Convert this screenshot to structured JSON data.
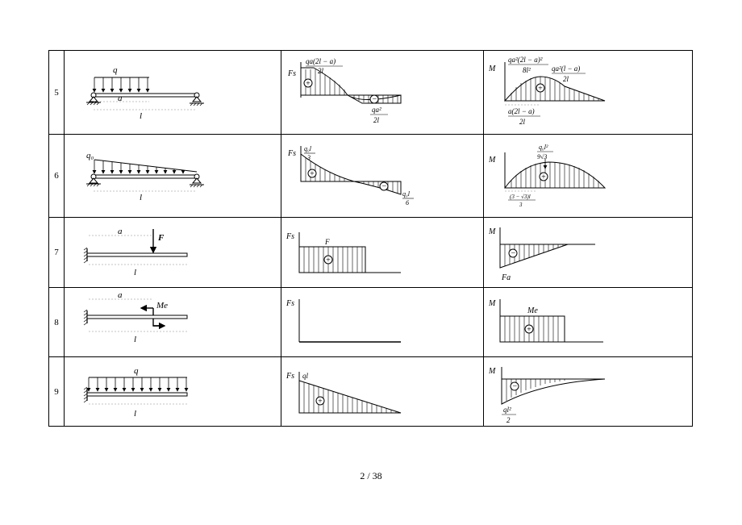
{
  "rows": [
    {
      "no": "5",
      "load": {
        "q": "q",
        "a": "a",
        "l": "l"
      },
      "shear": {
        "axis": "Fs",
        "pos_top": "qa(2l − a)",
        "pos_bottom": "2l",
        "neg_top": "qa²",
        "neg_bottom": "2l"
      },
      "moment": {
        "axis": "M",
        "max_top": "qa²(2l − a)²",
        "max_bottom": "8l²",
        "right_top": "qa²(l − a)",
        "right_bottom": "2l",
        "x_top": "a(2l − a)",
        "x_bottom": "2l"
      }
    },
    {
      "no": "6",
      "load": {
        "q": "q₀",
        "l": "l"
      },
      "shear": {
        "axis": "Fs",
        "pos_top": "q₀l",
        "pos_bottom": "3",
        "neg_top": "q₀l",
        "neg_bottom": "6"
      },
      "moment": {
        "axis": "M",
        "max_top": "q₀l²",
        "max_bottom": "9√3",
        "x_top": "(3 − √3)l",
        "x_bottom": "3"
      }
    },
    {
      "no": "7",
      "load": {
        "a": "a",
        "force": "F",
        "l": "l"
      },
      "shear": {
        "axis": "Fs",
        "value": "F"
      },
      "moment": {
        "axis": "M",
        "value": "Fa"
      }
    },
    {
      "no": "8",
      "load": {
        "a": "a",
        "couple": "Me",
        "l": "l"
      },
      "shear": {
        "axis": "Fs"
      },
      "moment": {
        "axis": "M",
        "value": "Me"
      }
    },
    {
      "no": "9",
      "load": {
        "q": "q",
        "l": "l"
      },
      "shear": {
        "axis": "Fs",
        "value": "ql"
      },
      "moment": {
        "axis": "M",
        "value_top": "ql²",
        "value_bottom": "2"
      }
    }
  ],
  "signs": {
    "plus": "+",
    "minus": "−"
  },
  "footer": {
    "page": "2  / 38"
  }
}
